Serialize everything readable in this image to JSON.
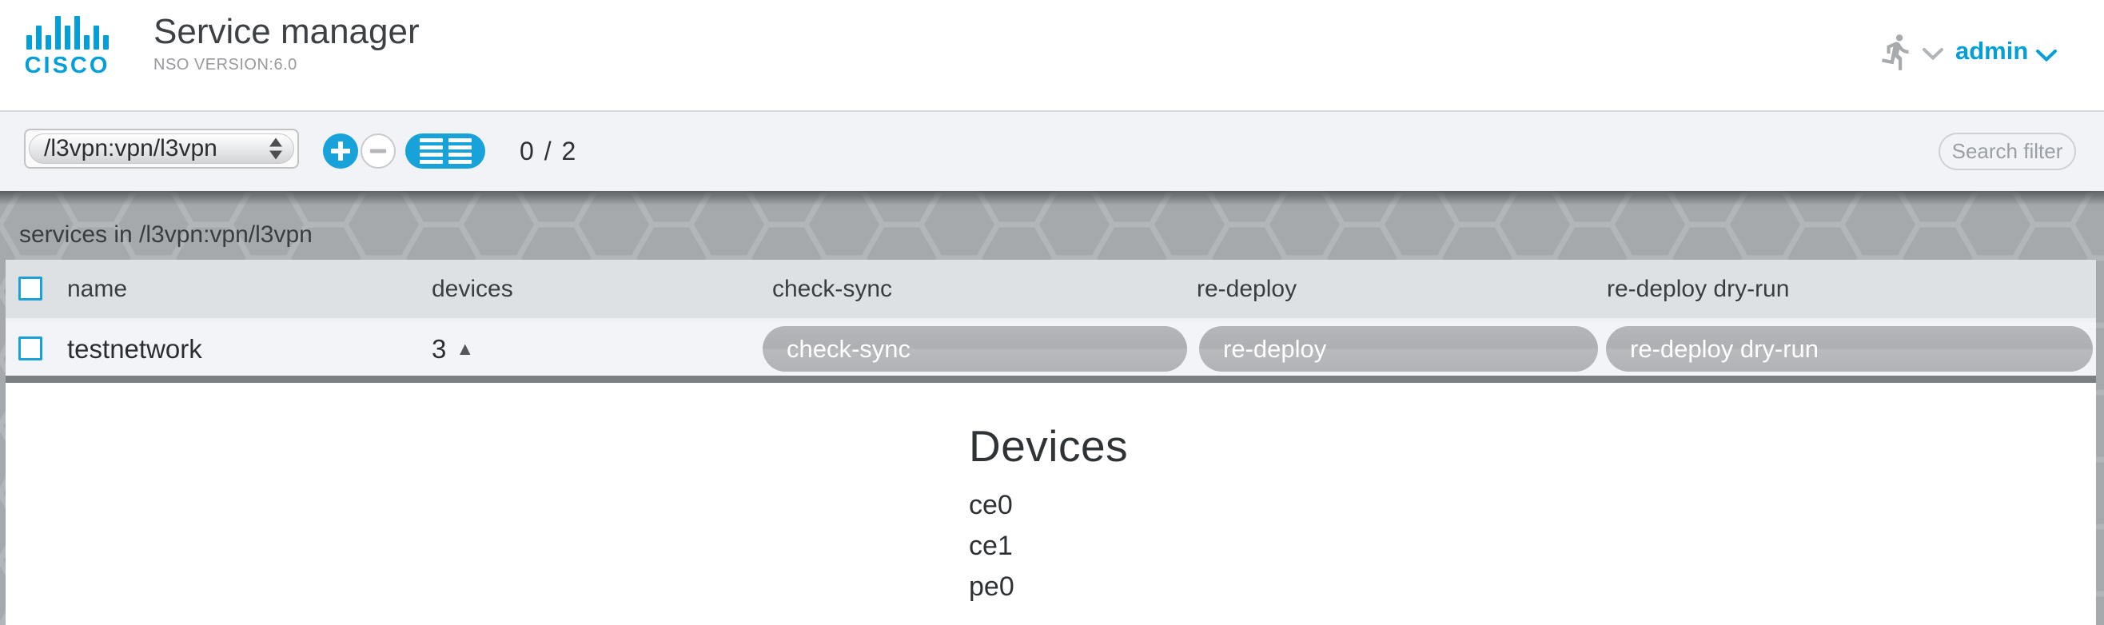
{
  "header": {
    "logo_text": "cisco",
    "title": "Service manager",
    "subtitle": "NSO VERSION:6.0",
    "user_label": "admin"
  },
  "toolbar": {
    "path_selector_value": "/l3vpn:vpn/l3vpn",
    "selection_counter": "0 / 2",
    "search_filter_label": "Search filter"
  },
  "services_panel": {
    "title": "services in /l3vpn:vpn/l3vpn",
    "table": {
      "columns": [
        "name",
        "devices",
        "check-sync",
        "re-deploy",
        "re-deploy dry-run"
      ],
      "row": {
        "name": "testnetwork",
        "devices_count": "3",
        "collapse_indicator": "▲",
        "actions": [
          "check-sync",
          "re-deploy",
          "re-deploy dry-run"
        ]
      }
    }
  },
  "device_details": {
    "title": "Devices",
    "devices": [
      "ce0",
      "ce1",
      "pe0"
    ]
  },
  "icons": {
    "logo": "cisco-logo",
    "user_activity": "runner-icon",
    "user_activity_menu": "chevron-down-icon",
    "user_menu": "chevron-down-icon",
    "add": "plus-icon",
    "remove": "minus-icon",
    "list_view": "list-view-icon",
    "select_arrows": "up-down-spinner-icon",
    "row_collapse": "triangle-up-icon"
  },
  "colors": {
    "cisco_blue": "#049fd9",
    "accent_blue": "#17a2d9",
    "band_gray": "#a6a9ac",
    "band_line_gray": "#b3b6b9",
    "table_header_bg": "#dde1e4",
    "row_bg": "#f2f4f7",
    "action_button_gray": "#b2b3b7",
    "divider_gray": "#7c7f82",
    "toolbar_bg": "#f2f3f6"
  }
}
